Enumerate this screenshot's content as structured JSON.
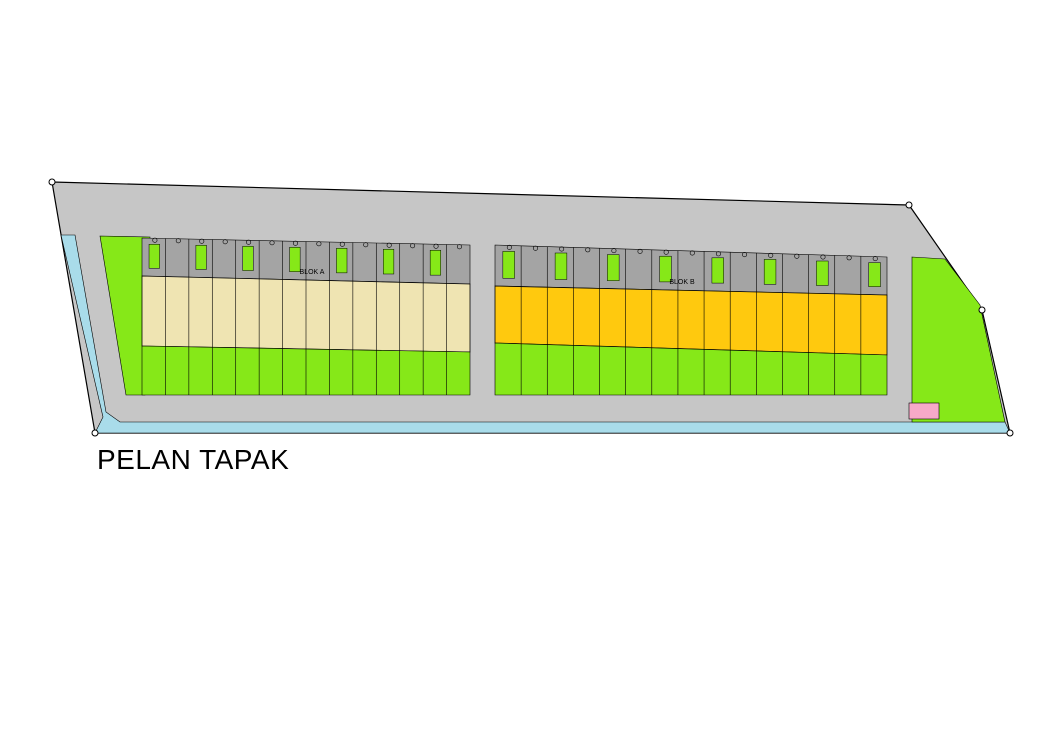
{
  "plan": {
    "title": "PELAN TAPAK",
    "blocks": [
      {
        "label": "BLOK A",
        "unit_count": 14
      },
      {
        "label": "BLOK B",
        "unit_count": 15
      }
    ]
  },
  "colors": {
    "road": "#c6c6c6",
    "drain": "#a9dcea",
    "landscape": "#86e818",
    "block_a": "#efe4b2",
    "block_b": "#ffc90e",
    "service_strip": "#a4a4a4",
    "substation": "#f7a9c8",
    "outline": "#000000"
  }
}
